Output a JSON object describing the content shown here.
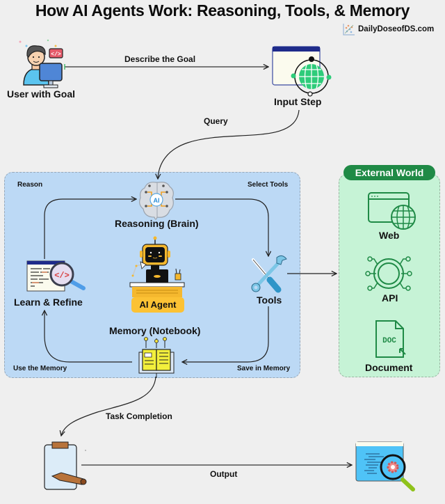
{
  "title": "How AI Agents Work: Reasoning, Tools, & Memory",
  "brand": {
    "name": "DailyDoseofDS.com",
    "icon": "scatter-plot-logo-icon"
  },
  "nodes": {
    "user": {
      "label": "User with Goal",
      "icon": "user-at-computer-icon"
    },
    "input": {
      "label": "Input Step",
      "icon": "browser-globe-icon"
    },
    "reasoning": {
      "label": "Reasoning (Brain)",
      "icon": "ai-brain-icon",
      "icon_text": "AI"
    },
    "agent": {
      "label": "AI Agent",
      "icon": "robot-at-desk-icon"
    },
    "learn": {
      "label": "Learn & Refine",
      "icon": "code-magnifier-icon",
      "icon_text": "</>"
    },
    "tools": {
      "label": "Tools",
      "icon": "wrench-screwdriver-icon"
    },
    "memory": {
      "label": "Memory (Notebook)",
      "icon": "notebook-icon"
    },
    "task": {
      "icon": "clipboard-pencil-icon"
    },
    "output": {
      "icon": "browser-gear-search-icon"
    }
  },
  "edges": {
    "describe_goal": "Describe the Goal",
    "query": "Query",
    "reason": "Reason",
    "select_tools": "Select Tools",
    "save_memory": "Save in Memory",
    "use_memory": "Use the Memory",
    "task_completion": "Task Completion",
    "output": "Output"
  },
  "external_world": {
    "title": "External World",
    "items": [
      {
        "label": "Web",
        "icon": "web-browser-globe-icon"
      },
      {
        "label": "API",
        "icon": "api-circuit-icon"
      },
      {
        "label": "Document",
        "icon": "doc-file-icon",
        "icon_text": "DOC"
      }
    ]
  },
  "colors": {
    "background": "#efefef",
    "agent_panel": "#bcd9f5",
    "external_panel": "#c6f3d6",
    "external_badge": "#1f8a46",
    "agent_badge": "#fcc234"
  }
}
